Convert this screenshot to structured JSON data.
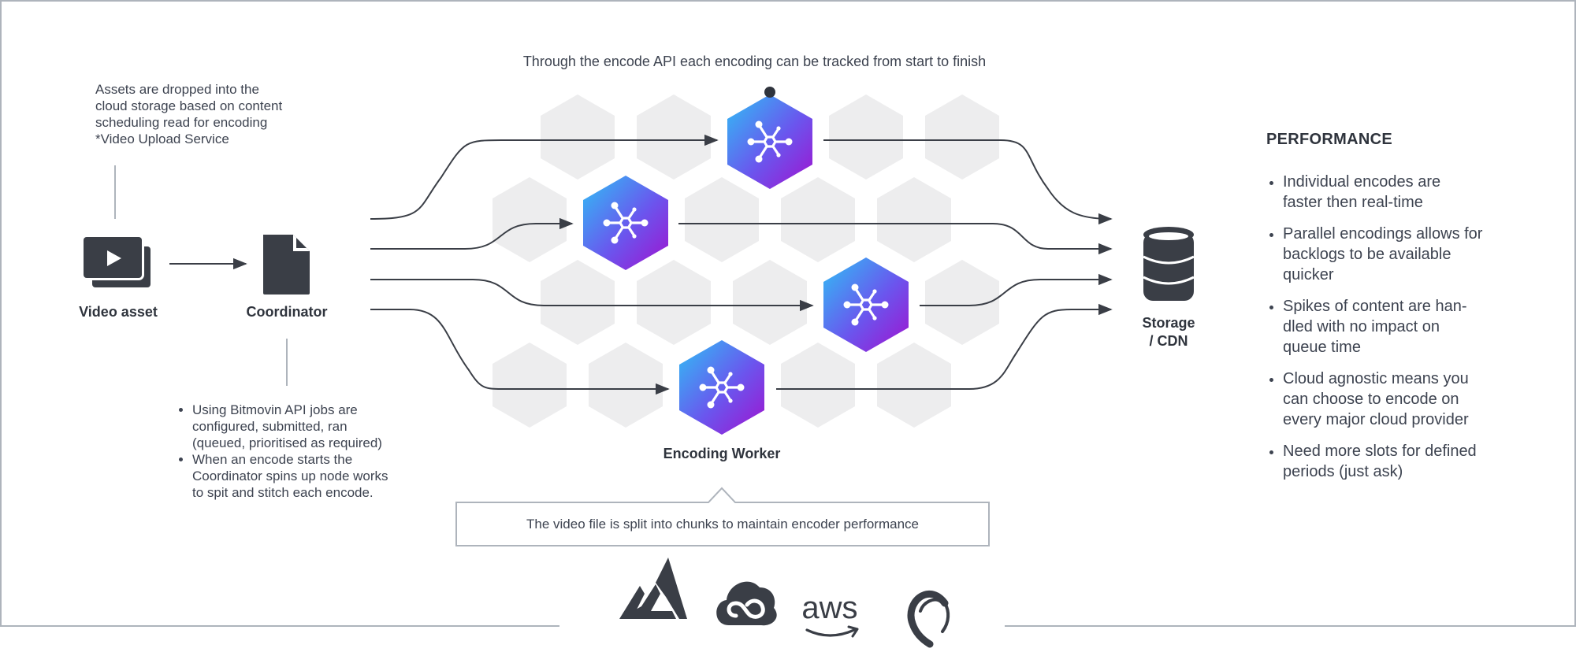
{
  "top_caption": "Through the encode API each encoding can be tracked from start to finish",
  "upload_note": {
    "lines": [
      "Assets are dropped into the",
      "cloud storage based on content",
      "scheduling read for encoding",
      "*Video Upload Service"
    ]
  },
  "nodes": {
    "video_asset": "Video asset",
    "coordinator": "Coordinator",
    "encoding_worker": "Encoding Worker",
    "storage": [
      "Storage",
      "/ CDN"
    ]
  },
  "coordinator_notes": [
    [
      "Using Bitmovin API jobs are",
      "configured, submitted, ran",
      "(queued, prioritised as required)"
    ],
    [
      "When an encode starts the",
      "Coordinator spins up node works",
      "to spit and stitch each encode."
    ]
  ],
  "callout": "The video file is split into chunks to maintain encoder performance",
  "performance": {
    "title": "PERFORMANCE",
    "items": [
      [
        "Individual encodes are",
        "faster then real-time"
      ],
      [
        "Parallel encodings allows for",
        "backlogs to be available",
        "quicker"
      ],
      [
        "Spikes of content are han-",
        "dled with no impact on",
        "queue time"
      ],
      [
        "Cloud agnostic means you",
        "can choose to encode on",
        "every major cloud provider"
      ],
      [
        "Need more slots for defined",
        "periods (just ask)"
      ]
    ]
  },
  "providers": [
    "azure-icon",
    "google-cloud-icon",
    "aws-icon",
    "digitalocean-icon"
  ],
  "colors": {
    "text": "#3d4350",
    "dark_icon": "#3a3e46",
    "hex_bg": "#ededee",
    "worker_gradient_start": "#34b7f4",
    "worker_gradient_mid": "#6a5af0",
    "worker_gradient_end": "#9b1fd3",
    "frame": "#aeb4bc"
  }
}
